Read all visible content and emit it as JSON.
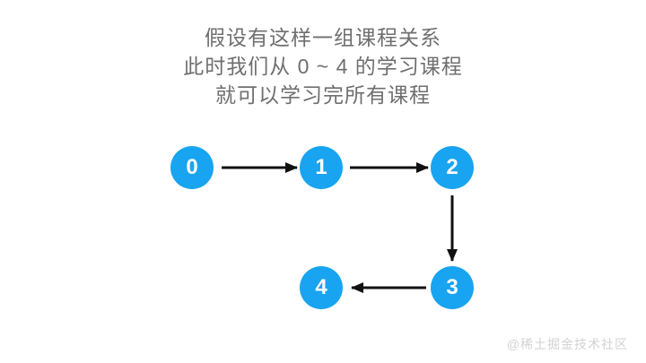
{
  "page": {
    "background_color": "#ffffff"
  },
  "caption": {
    "line1": "假设有这样一组课程关系",
    "line2": "此时我们从 0 ~ 4 的学习课程",
    "line3": "就可以学习完所有课程",
    "text_color": "#6f6f6f"
  },
  "graph": {
    "node_fill_color": "#18a4f0",
    "node_label_color": "#ffffff",
    "edge_color": "#111111",
    "nodes": [
      {
        "label": "0"
      },
      {
        "label": "1"
      },
      {
        "label": "2"
      },
      {
        "label": "3"
      },
      {
        "label": "4"
      }
    ],
    "edges": [
      {
        "from": "0",
        "to": "1",
        "direction": "right"
      },
      {
        "from": "1",
        "to": "2",
        "direction": "right"
      },
      {
        "from": "2",
        "to": "3",
        "direction": "down"
      },
      {
        "from": "3",
        "to": "4",
        "direction": "left"
      }
    ]
  },
  "watermark": {
    "text": "@稀土掘金技术社区",
    "color": "#d2d2d2"
  }
}
